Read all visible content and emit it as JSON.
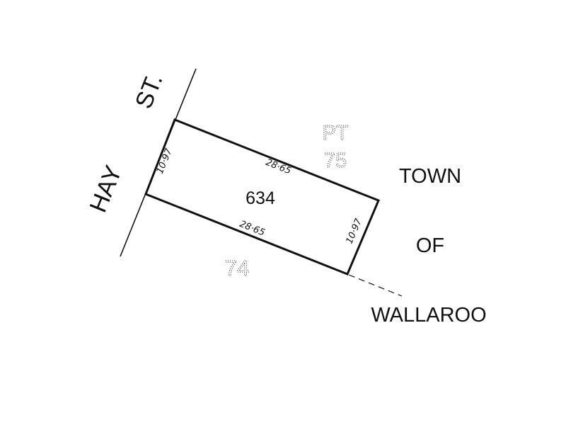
{
  "street": {
    "name_part1": "HAY",
    "name_part2": "ST."
  },
  "allotment": {
    "number": "634",
    "dimensions": {
      "top": "28·65",
      "bottom": "28·65",
      "left": "10·97",
      "right": "10·97"
    }
  },
  "adjoining": {
    "north_prefix": "PT",
    "north_number": "75",
    "south_number": "74"
  },
  "town": {
    "line1": "TOWN",
    "line2": "OF",
    "line3": "WALLAROO"
  }
}
